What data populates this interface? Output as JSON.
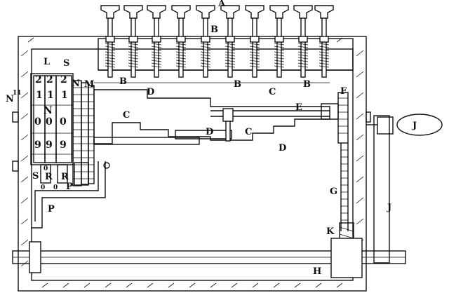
{
  "labels": {
    "top_a": "A",
    "b_keys": "B",
    "b1": "B",
    "b2": "B",
    "b3": "B",
    "l": "L",
    "s_top": "S",
    "n_left": "N",
    "n_left_sup": "11",
    "n_mid": "N",
    "m": "M",
    "d1": "D",
    "d2": "D",
    "d3": "D",
    "c1": "C",
    "c2": "C",
    "c3": "C",
    "e": "E",
    "f": "F",
    "j1": "J",
    "j2": "J",
    "g": "G",
    "k": "K",
    "h": "H",
    "s_low": "S",
    "r1": "R",
    "r2": "R",
    "p1": "P",
    "p2": "P"
  },
  "wheel_digits": {
    "row_top": [
      "2",
      "2",
      "2"
    ],
    "row_one": [
      "1",
      "1",
      "1"
    ],
    "row_zero": [
      "0",
      "0",
      "0"
    ],
    "row_nine": [
      "9",
      "9",
      "9"
    ],
    "n_on_wheel": "N"
  },
  "small_digits": [
    "0",
    "0",
    "0"
  ]
}
